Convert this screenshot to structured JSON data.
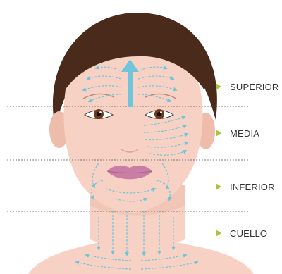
{
  "diagram": {
    "zones": [
      {
        "id": "superior",
        "label": "SUPERIOR"
      },
      {
        "id": "media",
        "label": "MEDIA"
      },
      {
        "id": "inferior",
        "label": "INFERIOR"
      },
      {
        "id": "cuello",
        "label": "CUELLO"
      }
    ],
    "colors": {
      "hair": "#4a2a1a",
      "skin": "#f7d2c4",
      "skin_shadow": "#eebcab",
      "arrow": "#6ec5dc",
      "lips": "#c97ea6",
      "divider": "#555555",
      "bullet": "#a5c83a",
      "iris": "#6b3a1e"
    },
    "icons": [
      "massage-direction-arrow",
      "zone-bullet-triangle"
    ]
  }
}
